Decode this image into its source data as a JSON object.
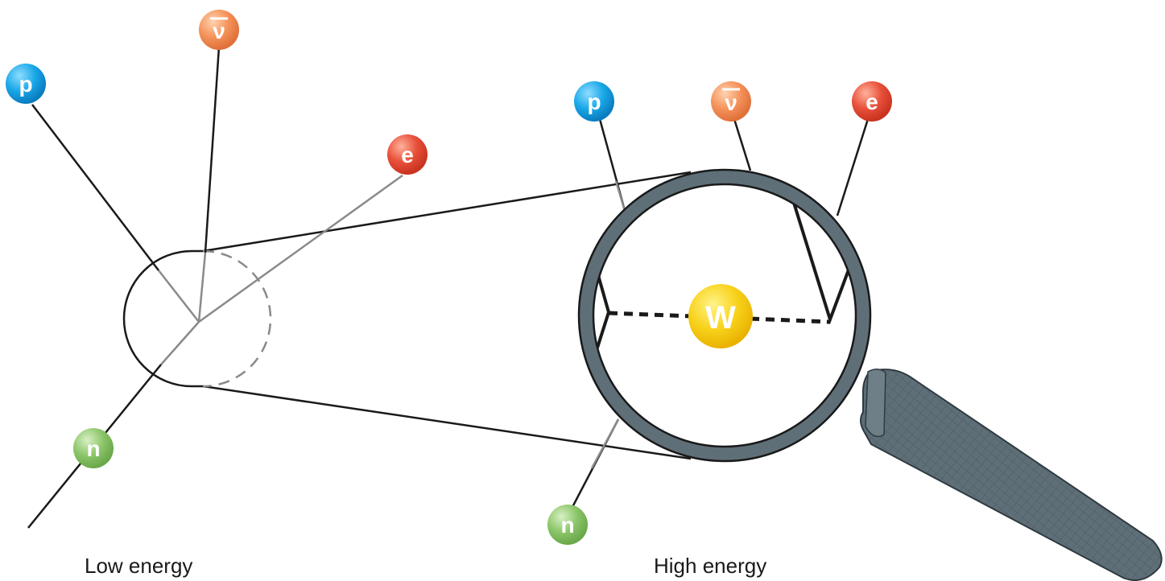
{
  "labels": {
    "low": "Low energy",
    "high": "High energy"
  },
  "particles": {
    "proton": "p",
    "antineutrino": "ν",
    "electron": "e",
    "neutron": "n",
    "w_boson": "W"
  },
  "colors": {
    "proton": "#1aa8e8",
    "antineutrino": "#f4935a",
    "electron": "#e8503a",
    "neutron": "#8cc66a",
    "w_boson": "#f5c800",
    "lens": "#5f6f78",
    "line": "#1a1a1a",
    "faded_line": "#8a8a8a"
  }
}
